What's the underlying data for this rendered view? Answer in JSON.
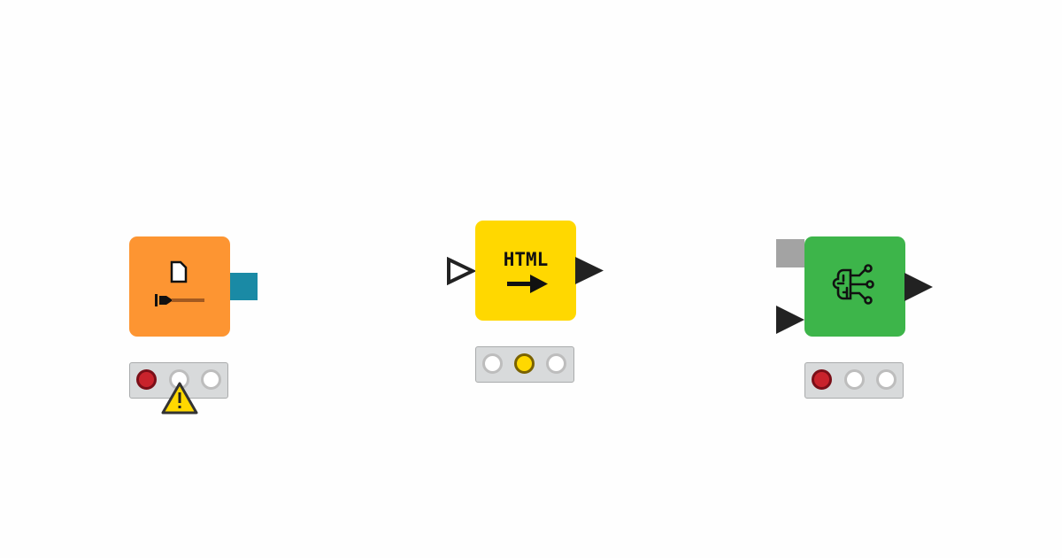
{
  "colors": {
    "reader_node": "#fd9532",
    "view_node": "#ffd800",
    "learner_node": "#3db54a",
    "file_port": "#1a8aa5",
    "model_port": "#a3a3a3",
    "status_error": "#c9232c",
    "status_configured": "#ffd800",
    "warning": "#ffd800"
  },
  "nodes": [
    {
      "kind": "reader",
      "icon": "file-connector-icon",
      "status": "error",
      "warning": true,
      "ports_in": [],
      "ports_out": [
        "file-system"
      ]
    },
    {
      "kind": "view",
      "icon": "html-export-icon",
      "icon_text": "HTML",
      "status": "configured",
      "warning": false,
      "ports_in": [
        "table-optional"
      ],
      "ports_out": [
        "table"
      ]
    },
    {
      "kind": "learner",
      "icon": "brain-network-icon",
      "status": "error",
      "warning": false,
      "ports_in": [
        "model",
        "table"
      ],
      "ports_out": [
        "table"
      ]
    }
  ]
}
